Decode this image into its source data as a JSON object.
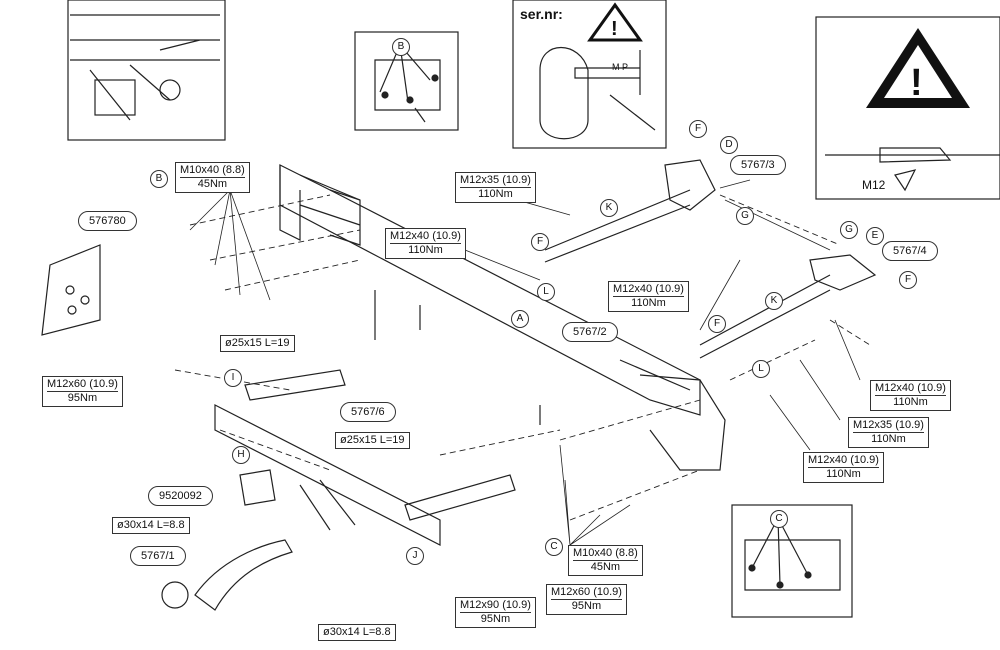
{
  "serial_box": {
    "label": "ser.nr:",
    "marker": "M P"
  },
  "warning": {
    "label": "M12"
  },
  "part_numbers": {
    "p576780": "576780",
    "p5767_3": "5767/3",
    "p5767_4": "5767/4",
    "p5767_2": "5767/2",
    "p5767_6": "5767/6",
    "p9520092": "9520092",
    "p5767_1": "5767/1"
  },
  "specs": {
    "s_b": {
      "bolt": "M10x40 (8.8)",
      "torque": "45Nm"
    },
    "s_m12x35_top": {
      "bolt": "M12x35 (10.9)",
      "torque": "110Nm"
    },
    "s_m12x40_left": {
      "bolt": "M12x40 (10.9)",
      "torque": "110Nm"
    },
    "s_m12x40_mid": {
      "bolt": "M12x40 (10.9)",
      "torque": "110Nm"
    },
    "s_spacer1": {
      "bolt": "ø25x15 L=19"
    },
    "s_m12x60_left": {
      "bolt": "M12x60 (10.9)",
      "torque": "95Nm"
    },
    "s_m12x40_r1": {
      "bolt": "M12x40 (10.9)",
      "torque": "110Nm"
    },
    "s_m12x35_r": {
      "bolt": "M12x35 (10.9)",
      "torque": "110Nm"
    },
    "s_m12x40_r2": {
      "bolt": "M12x40 (10.9)",
      "torque": "110Nm"
    },
    "s_spacer2": {
      "bolt": "ø25x15 L=19"
    },
    "s_washer1": {
      "bolt": "ø30x14 L=8.8"
    },
    "s_m10x40_c": {
      "bolt": "M10x40 (8.8)",
      "torque": "45Nm"
    },
    "s_m12x60_r": {
      "bolt": "M12x60 (10.9)",
      "torque": "95Nm"
    },
    "s_m12x90": {
      "bolt": "M12x90 (10.9)",
      "torque": "95Nm"
    },
    "s_washer2": {
      "bolt": "ø30x14 L=8.8"
    }
  },
  "callouts": {
    "a": "A",
    "b": "B",
    "b2": "B",
    "c": "C",
    "c2": "C",
    "d": "D",
    "e": "E",
    "f1": "F",
    "f2": "F",
    "f3": "F",
    "f4": "F",
    "g1": "G",
    "g2": "G",
    "h": "H",
    "i": "I",
    "j": "J",
    "k1": "K",
    "k2": "K",
    "l1": "L",
    "l2": "L"
  }
}
